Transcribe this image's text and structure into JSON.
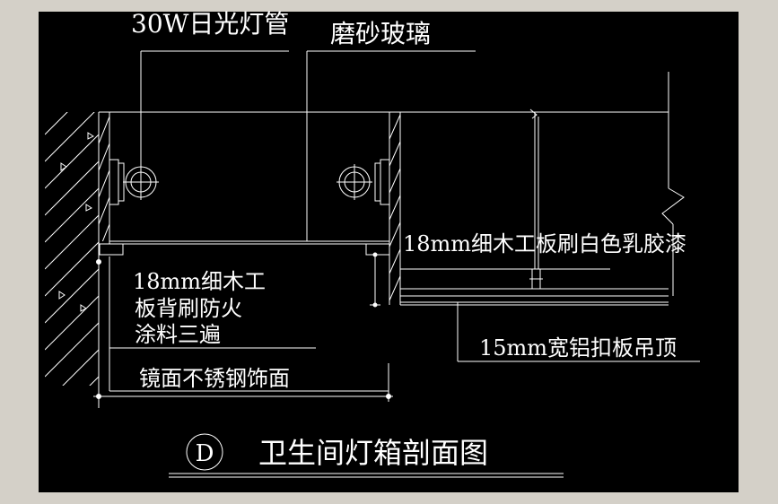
{
  "colors": {
    "frame": "#d4d0c8",
    "background": "#000000",
    "line": "#ffffff",
    "hatch": "#ffffff"
  },
  "labels": {
    "lamp": "30W日光灯管",
    "glass": "磨砂玻璃",
    "board_white": "18mm细木工板刷白色乳胶漆",
    "board_back_1": "18mm细木工",
    "board_back_2": "板背刷防火",
    "board_back_3": "涂料三遍",
    "mirror_steel": "镜面不锈钢饰面",
    "ceiling": "15mm宽铝扣板吊顶"
  },
  "title": {
    "marker": "D",
    "text": "卫生间灯箱剖面图"
  }
}
